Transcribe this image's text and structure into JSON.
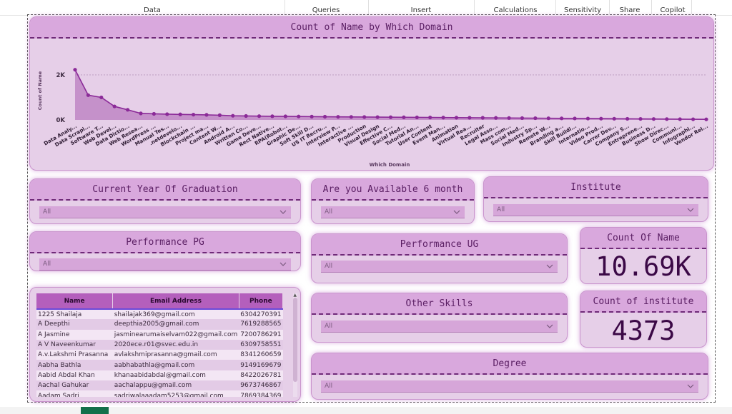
{
  "ribbon": {
    "groups": [
      "Data",
      "Queries",
      "Insert",
      "Calculations",
      "Sensitivity",
      "Share",
      "Copilot"
    ]
  },
  "domain_chart": {
    "title": "Count of Name by Which Domain"
  },
  "chart_data": {
    "type": "area",
    "title": "Count of Name by Which Domain",
    "xlabel": "Which Domain",
    "ylabel": "Count of Name",
    "y_ticks": [
      "2K",
      "0K"
    ],
    "ylim": [
      0,
      2600
    ],
    "grid": true,
    "categories": [
      "Data Analy...",
      "Data Scrapi...",
      "Software T...",
      "Web Devel...",
      "Data Dictio...",
      "Web Resea...",
      "WordPress ...",
      "Manual Tes...",
      ".netdevelo...",
      "Blockchain ...",
      "Project ma...",
      "Content W...",
      "Android A...",
      "Written Co...",
      "Game Deve...",
      "Rect Native...",
      "RPA(Robot...",
      "Graphic De...",
      "Soft Skill D...",
      "US IT Recru...",
      "Interview P...",
      "Interactive ...",
      "Production",
      "Visual Design",
      "Effective C...",
      "Social Med...",
      "Tutorial An...",
      "User Content",
      "Event Man...",
      "Animation",
      "Virtual Rea...",
      "Recruiter",
      "Legal Asso...",
      "Mass com...",
      "Social Med...",
      "Industry Sp...",
      "Remote W...",
      "Branding a...",
      "Skill Buildi...",
      "Internatio...",
      "Video Prod...",
      "Carrer Dev...",
      "Company S...",
      "Entreprene...",
      "Business D...",
      "Show Direc...",
      "Communi...",
      "Infographi...",
      "Vendor Rel..."
    ],
    "series": [
      {
        "values": [
          2230,
          1100,
          1000,
          600,
          450,
          290,
          270,
          255,
          245,
          235,
          225,
          210,
          185,
          175,
          168,
          162,
          158,
          152,
          147,
          142,
          137,
          132,
          128,
          124,
          120,
          116,
          112,
          108,
          104,
          100,
          97,
          94,
          90,
          86,
          82,
          78,
          74,
          70,
          66,
          62,
          58,
          54,
          50,
          46,
          42,
          38,
          34,
          30,
          25
        ]
      }
    ]
  },
  "slicers": {
    "year": {
      "title": "Current Year Of Graduation",
      "value": "All"
    },
    "available": {
      "title": "Are you Available 6 month",
      "value": "All"
    },
    "institute": {
      "title": "Institute",
      "value": "All"
    },
    "perf_pg": {
      "title": "Performance PG",
      "value": "All"
    },
    "perf_ug": {
      "title": "Performance UG",
      "value": "All"
    },
    "other_skills": {
      "title": "Other Skills",
      "value": "All"
    },
    "degree": {
      "title": "Degree",
      "value": "All"
    }
  },
  "kpis": {
    "count_name": {
      "title": "Count Of Name",
      "value": "10.69K"
    },
    "count_institute": {
      "title": "Count of institute",
      "value": "4373"
    }
  },
  "table": {
    "columns": [
      "Name",
      "Email Address",
      "Phone"
    ],
    "rows": [
      [
        "1225 Shailaja",
        "shailajak369@gmail.com",
        "6304270391"
      ],
      [
        "A Deepthi",
        "deepthia2005@gmail.com",
        "7619288565"
      ],
      [
        "A Jasmine",
        "jasminearumaiselvam022@gmail.com",
        "7200786291"
      ],
      [
        "A V Naveenkumar",
        "2020ece.r01@svec.edu.in",
        "6309758551"
      ],
      [
        "A.v.Lakshmi Prasanna",
        "avlakshmiprasanna@gmail.com",
        "8341260659"
      ],
      [
        "Aabha Bathla",
        "aabhabathla@gmail.com",
        "9149169679"
      ],
      [
        "Aabid Abdal Khan",
        "khanaabidabdal@gmail.com",
        "8422026781"
      ],
      [
        "Aachal Gahukar",
        "aachalappu@gmail.com",
        "9673746867"
      ],
      [
        "Aadam Sadri",
        "sadriwalaaadam5253@gmail.com",
        "7869384369"
      ]
    ]
  },
  "colors": {
    "card_bg": "#e6cfe8",
    "header_bg": "#d9a8dd",
    "accent": "#8b2a98",
    "kpi_text": "#3b0846",
    "table_header": "#b45fbc",
    "page_tab": "#13704a"
  }
}
